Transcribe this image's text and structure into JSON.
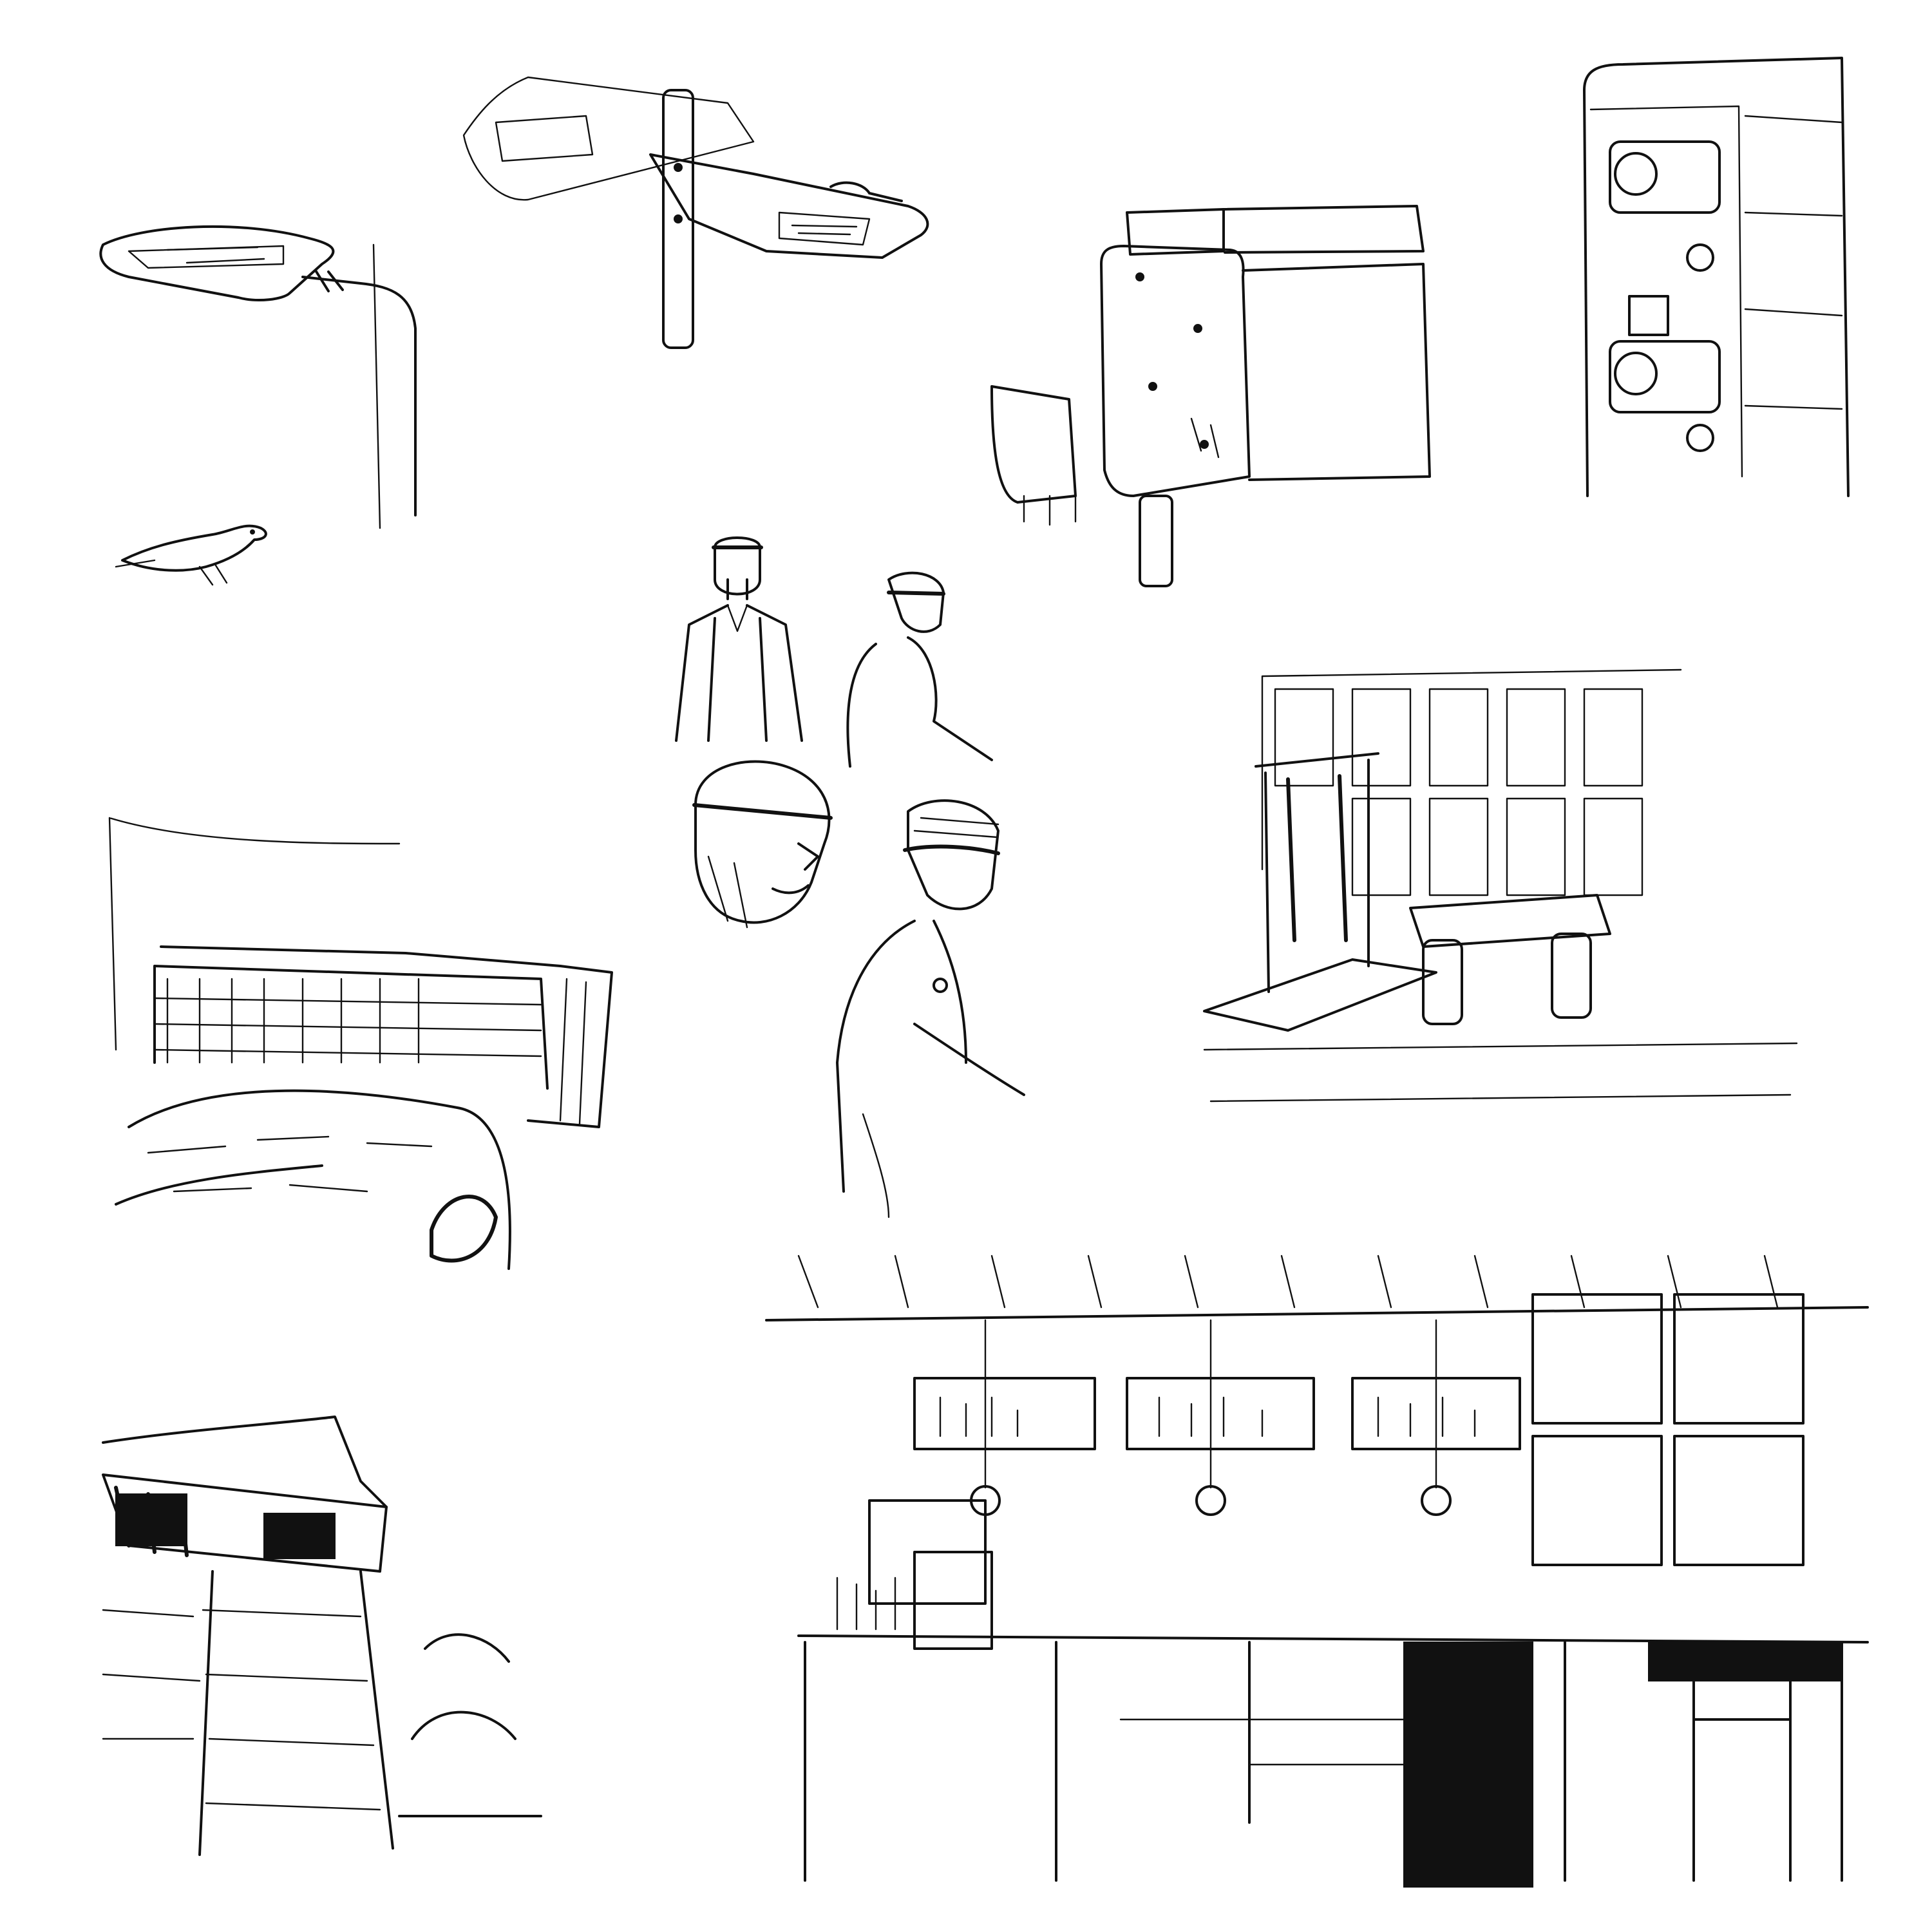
{
  "sheet": {
    "background": "#ffffff",
    "ink": "#111111",
    "sketches": [
      {
        "id": "street-lamp",
        "subject": "street-lamp"
      },
      {
        "id": "crow",
        "subject": "bird"
      },
      {
        "id": "double-lamp",
        "subject": "street-lamp"
      },
      {
        "id": "seat",
        "subject": "chair"
      },
      {
        "id": "wall-fixture",
        "subject": "wall-fixture"
      },
      {
        "id": "man-standing",
        "subject": "person"
      },
      {
        "id": "man-side",
        "subject": "person"
      },
      {
        "id": "man-head",
        "subject": "person"
      },
      {
        "id": "man-bust",
        "subject": "person"
      },
      {
        "id": "swing-frame",
        "subject": "courtyard"
      },
      {
        "id": "castle-wall",
        "subject": "building"
      },
      {
        "id": "castle-turret",
        "subject": "building"
      },
      {
        "id": "cafe-counter",
        "subject": "interior"
      }
    ]
  }
}
